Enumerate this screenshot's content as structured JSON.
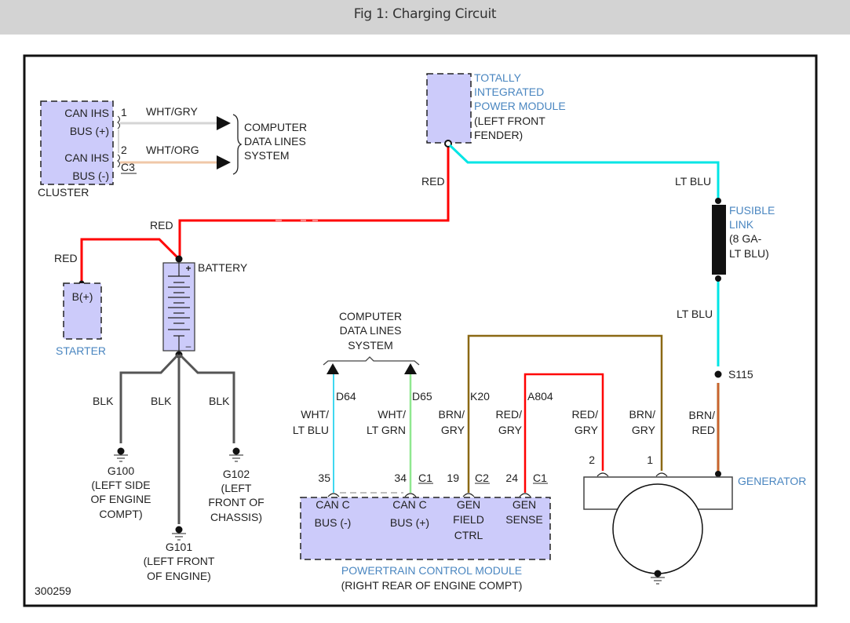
{
  "title": "Fig 1: Charging Circuit",
  "figure_id": "300259",
  "colors": {
    "red": "#ff0000",
    "lt_blu": "#00e5e5",
    "brown": "#8b6914",
    "blk": "#555555",
    "module_fill": "#cccbfa",
    "label_blue": "#4a86c0"
  },
  "cluster": {
    "name": "CLUSTER",
    "pin1_label": [
      "CAN IHS",
      "BUS (+)"
    ],
    "pin2_label": [
      "CAN IHS",
      "BUS (-)"
    ],
    "pin1": "1",
    "pin2": "2",
    "connector": "C3",
    "wire1_color": "WHT/GRY",
    "wire2_color": "WHT/ORG",
    "destination": [
      "COMPUTER",
      "DATA LINES",
      "SYSTEM"
    ]
  },
  "tipm": {
    "name": [
      "TOTALLY",
      "INTEGRATED",
      "POWER MODULE"
    ],
    "location": [
      "(LEFT FRONT",
      "FENDER)"
    ]
  },
  "wires": {
    "tipm_red": "RED",
    "battery_red": "RED",
    "starter_red": "RED",
    "lt_blu_top": "LT BLU",
    "lt_blu_bottom": "LT BLU",
    "blk1": "BLK",
    "blk2": "BLK",
    "blk3": "BLK",
    "brn_red": [
      "BRN/",
      "RED"
    ]
  },
  "starter": {
    "name": "STARTER",
    "terminal": "B(+)"
  },
  "battery": {
    "name": "BATTERY",
    "plus": "+",
    "minus": "–"
  },
  "fusible_link": {
    "name": [
      "FUSIBLE",
      "LINK"
    ],
    "spec": [
      "(8 GA-",
      "LT BLU)"
    ]
  },
  "splice": "S115",
  "grounds": [
    {
      "id": "G100",
      "location": [
        "(LEFT SIDE",
        "OF ENGINE",
        "COMPT)"
      ]
    },
    {
      "id": "G101",
      "location": [
        "(LEFT FRONT",
        "OF ENGINE)"
      ]
    },
    {
      "id": "G102",
      "location": [
        "(LEFT",
        "FRONT OF",
        "CHASSIS)"
      ]
    }
  ],
  "data_lines": [
    "COMPUTER",
    "DATA LINES",
    "SYSTEM"
  ],
  "pcm_circuits": [
    {
      "circuit": "D64",
      "color": [
        "WHT/",
        "LT BLU"
      ],
      "pin": "35",
      "connector": "",
      "label": [
        "CAN C",
        "BUS (-)"
      ]
    },
    {
      "circuit": "D65",
      "color": [
        "WHT/",
        "LT GRN"
      ],
      "pin": "34",
      "connector": "C1",
      "label": [
        "CAN C",
        "BUS (+)"
      ]
    },
    {
      "circuit": "K20",
      "color": [
        "BRN/",
        "GRY"
      ],
      "pin": "19",
      "connector": "C2",
      "label": [
        "GEN",
        "FIELD",
        "CTRL"
      ]
    },
    {
      "circuit": "A804",
      "color": [
        "RED/",
        "GRY"
      ],
      "pin": "24",
      "connector": "C1",
      "label": [
        "GEN",
        "SENSE"
      ]
    }
  ],
  "pcm": {
    "name": "POWERTRAIN CONTROL MODULE",
    "location": "(RIGHT REAR OF ENGINE COMPT)"
  },
  "generator": {
    "name": "GENERATOR",
    "pin2": "2",
    "pin1": "1",
    "pin2_color": [
      "RED/",
      "GRY"
    ],
    "pin1_color": [
      "BRN/",
      "GRY"
    ]
  }
}
